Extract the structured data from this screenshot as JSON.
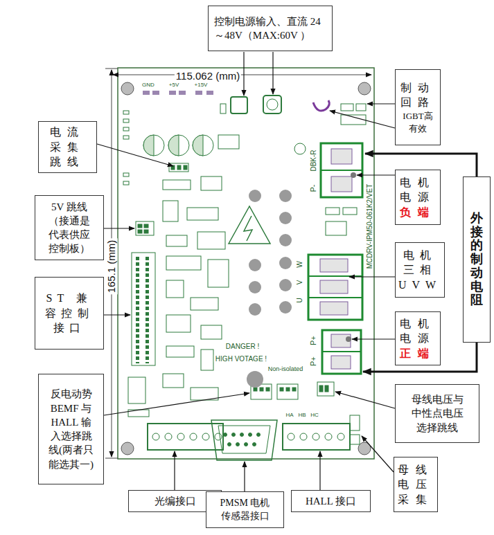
{
  "diagram": {
    "nodes": [
      {
        "text": [
          "控制电源输入、直流 24～48V（MAX:60V ）"
        ]
      },
      {
        "text": [
          "制动回路",
          "IGBT高有效"
        ]
      },
      {
        "text": [
          "电流采集跳线"
        ]
      },
      {
        "text": [
          "5V 跳线（接通是代表供应控制板）"
        ]
      },
      {
        "text": [
          "ST 兼容控制接口"
        ]
      },
      {
        "text": [
          "反电动势BEMF 与HALL 输入选择跳线(两者只能选其一)"
        ]
      },
      {
        "text": [
          "电机电源",
          "负端"
        ]
      },
      {
        "text": [
          "电机三相UVW"
        ]
      },
      {
        "text": [
          "电机电源",
          "正端"
        ]
      },
      {
        "text": [
          "外接的制动电阻"
        ]
      },
      {
        "text": [
          "母线电压与中性点电压选择跳线"
        ]
      },
      {
        "text": [
          "光编接口"
        ]
      },
      {
        "text": [
          "PMSM 电机传感器接口"
        ]
      },
      {
        "text": [
          "HALL 接口"
        ]
      },
      {
        "text": [
          "母线电压采集"
        ]
      }
    ],
    "labels": [
      "115.062 (mm)",
      "165.1 (mm)",
      "MCDRV-IPM50-061K2/VET",
      "DANGER !",
      "HIGH VOTAGE !",
      "Non-isolated",
      "P-",
      "DBK-R",
      "P+",
      "P+",
      "W",
      "V",
      "U",
      "HA",
      "HB",
      "HC",
      "GND",
      "+5V",
      "+15V"
    ]
  }
}
